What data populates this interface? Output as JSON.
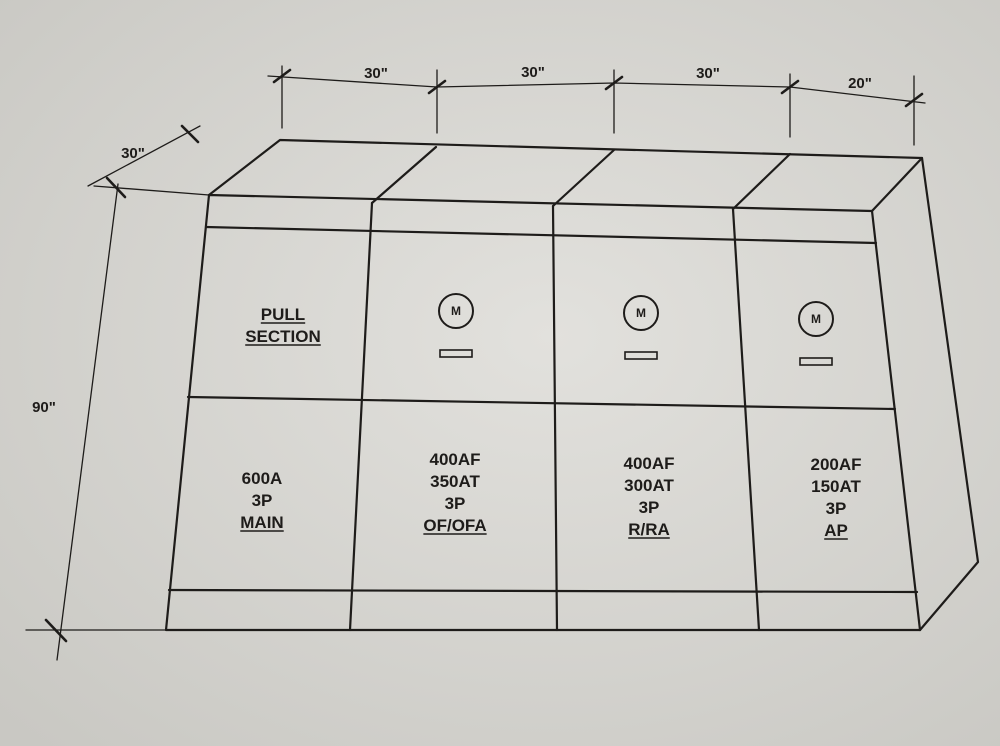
{
  "dimensions": {
    "width_top": [
      "30\"",
      "30\"",
      "30\"",
      "20\""
    ],
    "depth": "30\"",
    "height": "90\""
  },
  "sections": [
    {
      "top": [
        "PULL",
        "SECTION"
      ],
      "top_underlined": [
        true,
        true
      ],
      "meter": false,
      "breaker": [
        "600A",
        "3P",
        "MAIN"
      ],
      "breaker_underlined": [
        false,
        false,
        true
      ]
    },
    {
      "top": [],
      "meter": true,
      "meter_letter": "M",
      "breaker": [
        "400AF",
        "350AT",
        "3P",
        "OF/OFA"
      ],
      "breaker_underlined": [
        false,
        false,
        false,
        true
      ]
    },
    {
      "top": [],
      "meter": true,
      "meter_letter": "M",
      "breaker": [
        "400AF",
        "300AT",
        "3P",
        "R/RA"
      ],
      "breaker_underlined": [
        false,
        false,
        false,
        true
      ]
    },
    {
      "top": [],
      "meter": true,
      "meter_letter": "M",
      "breaker": [
        "200AF",
        "150AT",
        "3P",
        "AP"
      ],
      "breaker_underlined": [
        false,
        false,
        false,
        true
      ]
    }
  ]
}
